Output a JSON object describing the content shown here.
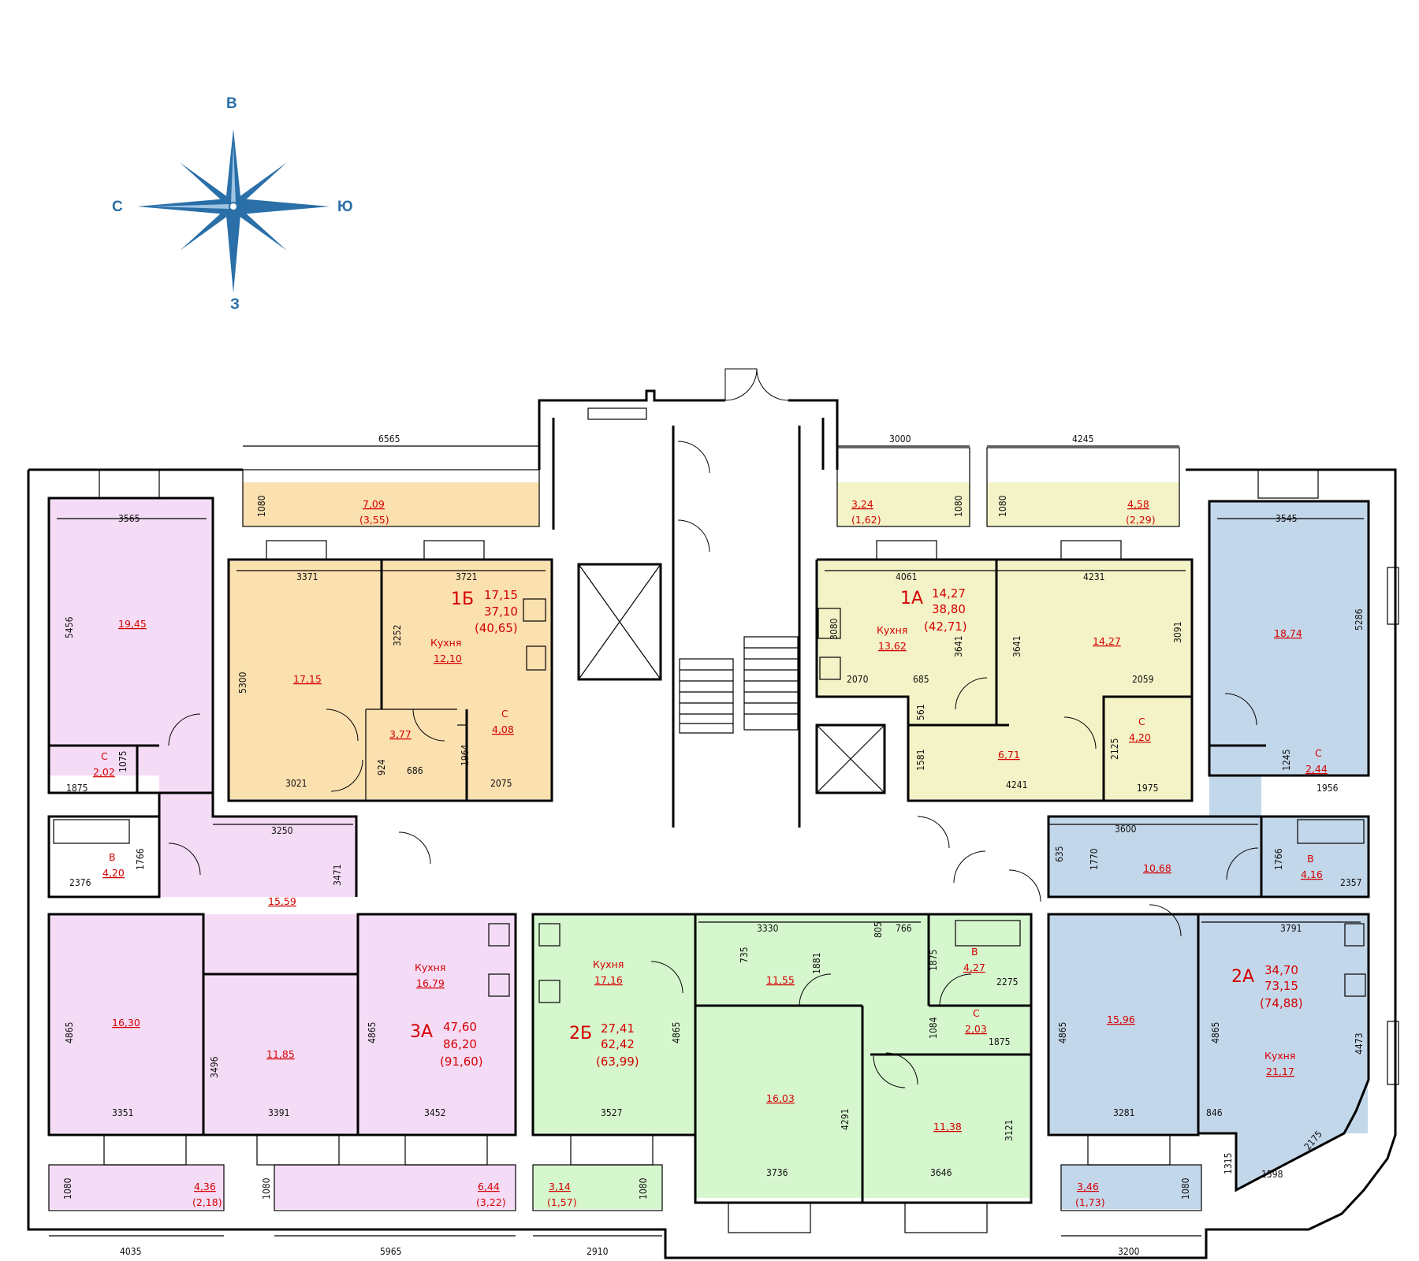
{
  "compass": {
    "north": "В",
    "south": "З",
    "west": "С",
    "east": "Ю"
  },
  "colors": {
    "orange": "#fbe0b0",
    "yellow": "#f3f3c7",
    "pink": "#f5dcf6",
    "blue": "#c3d7ea",
    "green": "#d6f7ce",
    "red": "#d40000",
    "compass": "#2a6fa8"
  },
  "apartments": {
    "a1B": {
      "code": "1Б",
      "living": "17,15",
      "total": "37,10",
      "total_balcony": "(40,65)",
      "kitchen_label": "Кухня",
      "kitchen": "12,10"
    },
    "a1A": {
      "code": "1А",
      "living": "14,27",
      "total": "38,80",
      "total_balcony": "(42,71)",
      "kitchen_label": "Кухня",
      "kitchen": "13,62"
    },
    "a3A": {
      "code": "3А",
      "living": "47,60",
      "total": "86,20",
      "total_balcony": "(91,60)",
      "kitchen_label": "Кухня",
      "kitchen": "16,79"
    },
    "a2B": {
      "code": "2Б",
      "living": "27,41",
      "total": "62,42",
      "total_balcony": "(63,99)",
      "kitchen_label": "Кухня",
      "kitchen": "17,16"
    },
    "a2A": {
      "code": "2А",
      "living": "34,70",
      "total": "73,15",
      "total_balcony": "(74,88)",
      "kitchen_label": "Кухня",
      "kitchen": "21,17"
    }
  },
  "rooms": {
    "r1": "19,45",
    "r2": "17,15",
    "r3": "3,77",
    "r4": "15,59",
    "r5": "16,30",
    "r6": "11,85",
    "r7": "18,74",
    "r8": "14,27",
    "r9": "6,71",
    "r10": "10,68",
    "r11": "15,96",
    "r12": "11,55",
    "r13": "16,03",
    "r14": "11,38"
  },
  "wet": {
    "c1": {
      "l": "С",
      "v": "2,02"
    },
    "v1": {
      "l": "В",
      "v": "4,20"
    },
    "c2": {
      "l": "С",
      "v": "4,08"
    },
    "c3": {
      "l": "С",
      "v": "4,20"
    },
    "c4": {
      "l": "С",
      "v": "2,44"
    },
    "v2": {
      "l": "В",
      "v": "4,16"
    },
    "v3": {
      "l": "В",
      "v": "4,27"
    },
    "c5": {
      "l": "С",
      "v": "2,03"
    }
  },
  "balconies": {
    "b1": {
      "a": "7,09",
      "h": "(3,55)"
    },
    "b2": {
      "a": "3,24",
      "h": "(1,62)"
    },
    "b3": {
      "a": "4,58",
      "h": "(2,29)"
    },
    "b4": {
      "a": "4,36",
      "h": "(2,18)"
    },
    "b5": {
      "a": "6,44",
      "h": "(3,22)"
    },
    "b6": {
      "a": "3,14",
      "h": "(1,57)"
    },
    "b7": {
      "a": "3,46",
      "h": "(1,73)"
    }
  },
  "dims": {
    "d6565": "6565",
    "d3000": "3000",
    "d4245": "4245",
    "d3565": "3565",
    "d3545": "3545",
    "d1080a": "1080",
    "d1080b": "1080",
    "d1080c": "1080",
    "d1080d": "1080",
    "d1080e": "1080",
    "d1080f": "1080",
    "d1080g": "1080",
    "d5456": "5456",
    "d5286": "5286",
    "d3371": "3371",
    "d3721": "3721",
    "d4061": "4061",
    "d4231": "4231",
    "d5300": "5300",
    "d3252": "3252",
    "d3080": "3080",
    "d3641a": "3641",
    "d3641b": "3641",
    "d3091": "3091",
    "d2070": "2070",
    "d685": "685",
    "d2059": "2059",
    "d561": "561",
    "d1581": "1581",
    "d2125": "2125",
    "d3021": "3021",
    "d924": "924",
    "d686": "686",
    "d1964": "1964",
    "d2075": "2075",
    "d4241": "4241",
    "d1975": "1975",
    "d1075": "1075",
    "d1875a": "1875",
    "d1245": "1245",
    "d1956": "1956",
    "d3250": "3250",
    "d3600": "3600",
    "d1766a": "1766",
    "d2376": "2376",
    "d3471": "3471",
    "d635": "635",
    "d1770": "1770",
    "d1766b": "1766",
    "d2357": "2357",
    "d3330": "3330",
    "d805": "805",
    "d766": "766",
    "d735": "735",
    "d1881": "1881",
    "d1875b": "1875",
    "d2275": "2275",
    "d1084": "1084",
    "d1875c": "1875",
    "d3791": "3791",
    "d4865a": "4865",
    "d3496": "3496",
    "d4865b": "4865",
    "d4865c": "4865",
    "d4865d": "4865",
    "d4865e": "4865",
    "d4291": "4291",
    "d3121": "3121",
    "d4473": "4473",
    "d3351": "3351",
    "d3391": "3391",
    "d3452": "3452",
    "d3527": "3527",
    "d3281": "3281",
    "d846": "846",
    "d2175": "2175",
    "d1315": "1315",
    "d1598": "1598",
    "d3736": "3736",
    "d3646": "3646",
    "d4035": "4035",
    "d5965": "5965",
    "d2910": "2910",
    "d3200": "3200"
  }
}
